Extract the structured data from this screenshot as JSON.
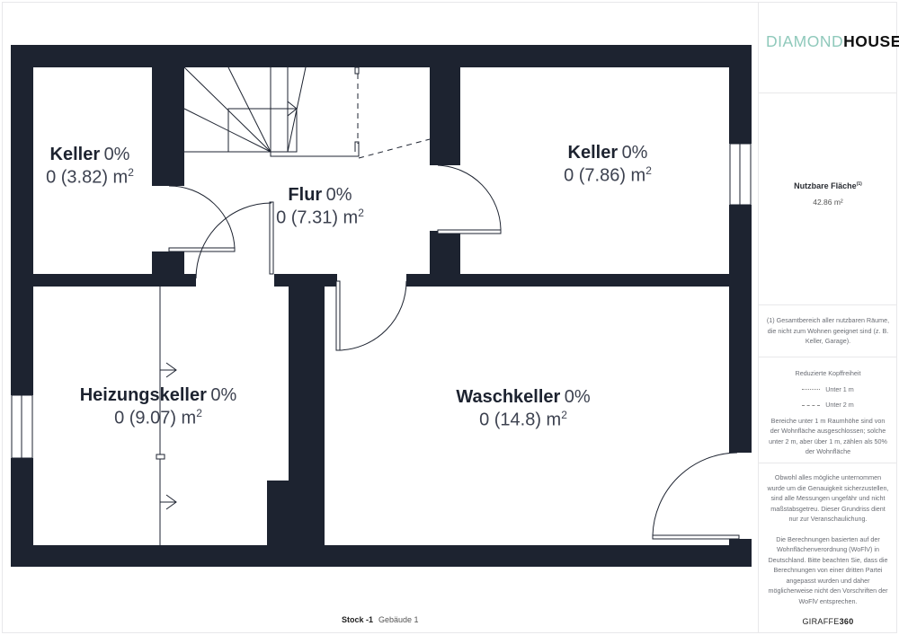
{
  "brand": {
    "logo_part1": "DIAMOND",
    "logo_part2": "HOUSE",
    "accent": "#8fc9bb"
  },
  "rooms": [
    {
      "name": "Keller",
      "pct": "0%",
      "area": "0 (3.82) m",
      "unit_sup": "2"
    },
    {
      "name": "Flur",
      "pct": "0%",
      "area": "0 (7.31) m",
      "unit_sup": "2"
    },
    {
      "name": "Keller",
      "pct": "0%",
      "area": "0 (7.86) m",
      "unit_sup": "2"
    },
    {
      "name": "Heizungskeller",
      "pct": "0%",
      "area": "0 (9.07) m",
      "unit_sup": "2"
    },
    {
      "name": "Waschkeller",
      "pct": "0%",
      "area": "0 (14.8) m",
      "unit_sup": "2"
    }
  ],
  "wall_color": "#1d2330",
  "sidebar": {
    "usable_area_title": "Nutzbare Fläche",
    "usable_area_sup": "(1)",
    "usable_area_value": "42.86 m²",
    "footnote": "(1) Gesamtbereich aller nutzbaren Räume, die nicht zum Wohnen geeignet sind (z. B. Keller, Garage).",
    "headroom_title": "Reduzierte Kopffreiheit",
    "legend_under_1m": "Unter 1 m",
    "legend_under_2m": "Unter 2 m",
    "headroom_note": "Bereiche unter 1 m Raumhöhe sind von der Wohnfläche ausgeschlossen; solche unter 2 m, aber über 1 m, zählen als 50% der Wohnfläche",
    "disclaimer_1": "Obwohl alles mögliche unternommen wurde um die Genauigkeit sicherzustellen, sind alle Messungen ungefähr und nicht maßstabsgetreu. Dieser Grundriss dient nur zur Veranschaulichung.",
    "disclaimer_2": "Die Berechnungen basierten auf der Wohnflächenverordnung (WoFlV) in Deutschland. Bitte beachten Sie, dass die Berechnungen von einer dritten Partei angepasst wurden und daher möglicherweise nicht den Vorschriften der WoFlV entsprechen.",
    "provider_part1": "GIRAFFE",
    "provider_part2": "360"
  },
  "footer": {
    "floor": "Stock -1",
    "building": "Gebäude 1"
  }
}
